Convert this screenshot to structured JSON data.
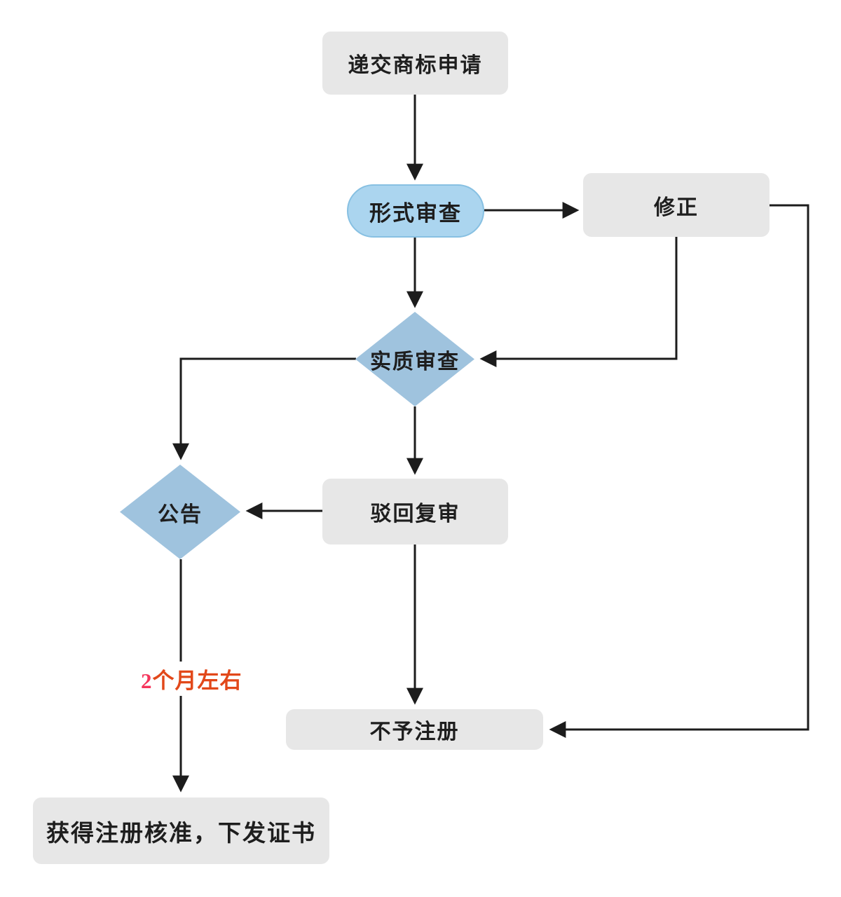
{
  "diagram": {
    "type": "flowchart",
    "subject": "trademark-registration-process",
    "background": "#ffffff",
    "colors": {
      "box_fill": "#e7e7e7",
      "pill_fill": "#abd5ef",
      "pill_border": "#87c0e2",
      "diamond_fill": "#9fc3de",
      "connector_line": "#1c1c1c",
      "node_text": "#1e1e1e",
      "annotation_number": "#f5355b",
      "annotation_text": "#e2481a"
    },
    "nodes": [
      {
        "id": "submit-application",
        "label": "递交商标申请",
        "shape": "rounded-rect"
      },
      {
        "id": "formal-examination",
        "label": "形式审查",
        "shape": "pill"
      },
      {
        "id": "amendment",
        "label": "修正",
        "shape": "rounded-rect"
      },
      {
        "id": "substantive-examination",
        "label": "实质审查",
        "shape": "diamond"
      },
      {
        "id": "announcement",
        "label": "公告",
        "shape": "diamond"
      },
      {
        "id": "rejection-review",
        "label": "驳回复审",
        "shape": "rounded-rect"
      },
      {
        "id": "registration-refused",
        "label": "不予注册",
        "shape": "rounded-rect"
      },
      {
        "id": "certificate-issued",
        "label": "获得注册核准，下发证书",
        "shape": "rounded-rect"
      }
    ],
    "edges": [
      {
        "from": "submit-application",
        "to": "formal-examination"
      },
      {
        "from": "formal-examination",
        "to": "amendment"
      },
      {
        "from": "formal-examination",
        "to": "substantive-examination"
      },
      {
        "from": "amendment",
        "to": "substantive-examination"
      },
      {
        "from": "substantive-examination",
        "to": "announcement"
      },
      {
        "from": "substantive-examination",
        "to": "rejection-review"
      },
      {
        "from": "rejection-review",
        "to": "announcement"
      },
      {
        "from": "rejection-review",
        "to": "registration-refused"
      },
      {
        "from": "amendment",
        "to": "registration-refused"
      },
      {
        "from": "announcement",
        "to": "certificate-issued",
        "label": "2个月左右"
      }
    ],
    "annotation": {
      "full_text": "2个月左右",
      "parts": [
        {
          "text": "2",
          "color": "#f5355b"
        },
        {
          "text": "个月左右",
          "color": "#e2481a"
        }
      ]
    }
  }
}
